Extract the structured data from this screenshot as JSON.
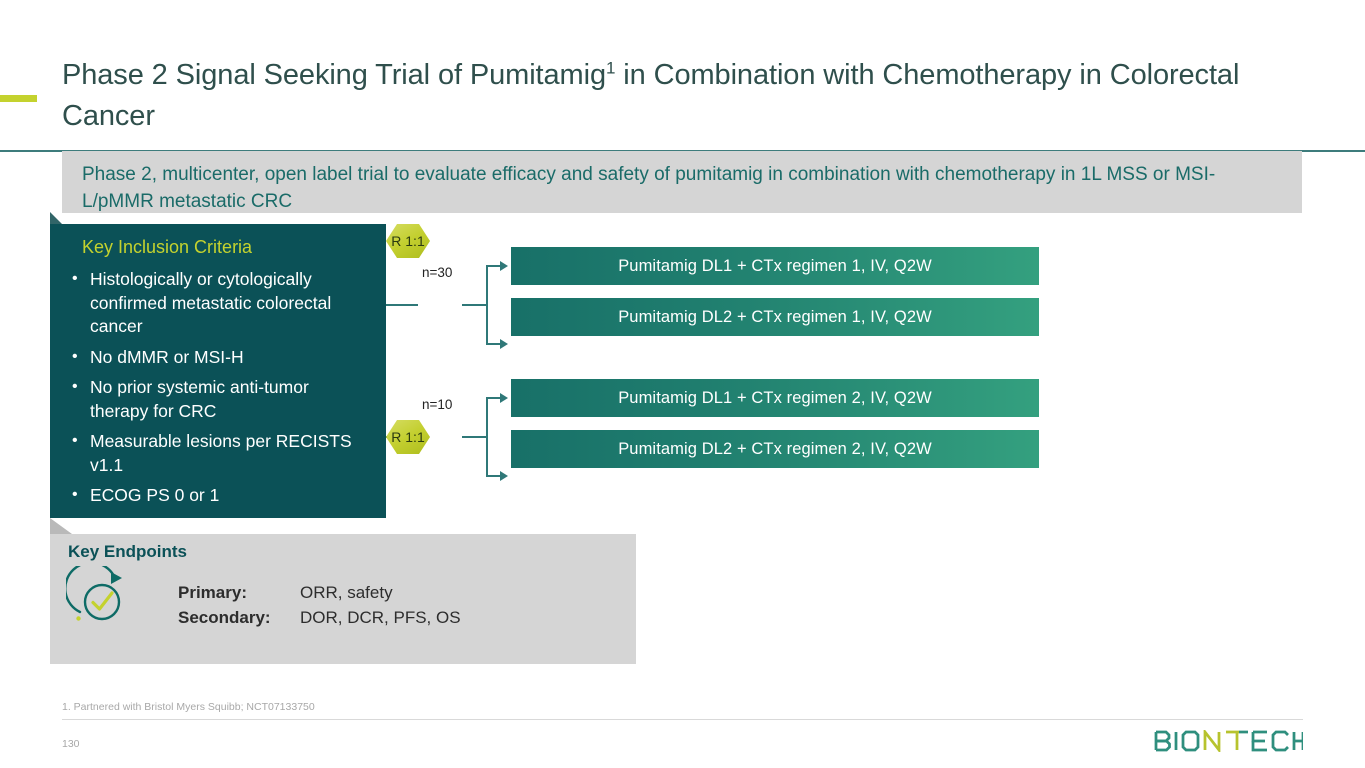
{
  "slide": {
    "title_main": "Phase 2 Signal Seeking Trial of Pumitamig",
    "title_sup": "1",
    "title_rest": " in Combination with Chemotherapy in Colorectal Cancer",
    "subtitle": "Phase 2, multicenter, open label trial to evaluate efficacy and safety of pumitamig in combination with chemotherapy in 1L MSS or MSI-L/pMMR metastatic CRC"
  },
  "inclusion": {
    "heading": "Key Inclusion Criteria",
    "items": [
      "Histologically or cytologically confirmed metastatic colorectal cancer",
      "No dMMR or MSI-H",
      "No prior systemic anti-tumor therapy for CRC",
      "Measurable lesions per RECISTS v1.1",
      "ECOG PS 0 or 1"
    ]
  },
  "schema": {
    "cohorts": [
      {
        "n_label": "n=30",
        "randomization": "R 1:1",
        "arms": [
          "Pumitamig  DL1 + CTx regimen 1, IV, Q2W",
          "Pumitamig  DL2 + CTx regimen 1, IV, Q2W"
        ]
      },
      {
        "n_label": "n=10",
        "randomization": "R 1:1",
        "arms": [
          "Pumitamig  DL1 + CTx regimen 2, IV, Q2W",
          "Pumitamig  DL2 + CTx regimen 2, IV, Q2W"
        ]
      }
    ]
  },
  "endpoints": {
    "heading": "Key Endpoints",
    "icon": "target-check-circular-arrow-icon",
    "rows": [
      {
        "label": "Primary:",
        "value": "ORR, safety"
      },
      {
        "label": "Secondary:",
        "value": "DOR, DCR, PFS, OS"
      }
    ]
  },
  "footer": {
    "footnote": "1. Partnered with Bristol Myers Squibb; NCT07133750",
    "page_number": "130",
    "logo_text": "BIONTECH"
  },
  "colors": {
    "teal_dark": "#0b5157",
    "teal_rule": "#3d7c7c",
    "lime": "#c4d22e",
    "banner_gray": "#d5d5d5",
    "arm_green_left": "#187068",
    "arm_green_right": "#34a07f",
    "title_text": "#2f4f4c",
    "subtitle_text": "#1a6b68"
  }
}
